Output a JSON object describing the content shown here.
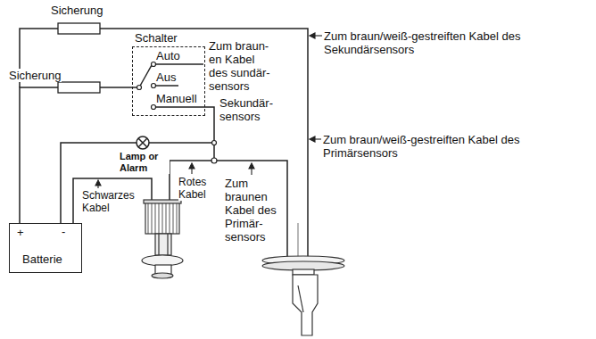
{
  "diagram": {
    "nodes": [
      {
        "text": [
          "Schalter",
          "Auto",
          "Aus",
          "Manuell"
        ]
      },
      {
        "text": [
          "+",
          "-",
          "Batterie"
        ]
      }
    ],
    "edges": [
      {
        "from": 1,
        "to": 0,
        "arrow": "none"
      }
    ],
    "labels": [
      "Sicherung",
      "Sicherung",
      "Zum braun/weiß-gestreiften Kabel des Sekundärsensors",
      "Zum braun- en Kabel des sundär- sensors",
      "Sekundär- sensors",
      "Zum braun/weiß-gestreiften Kabel des Primärsensors",
      "Lamp or Alarm",
      "Schwarzes Kabel",
      "Rotes Kabel",
      "Zum braunen Kabel des Primär- sensors"
    ]
  }
}
